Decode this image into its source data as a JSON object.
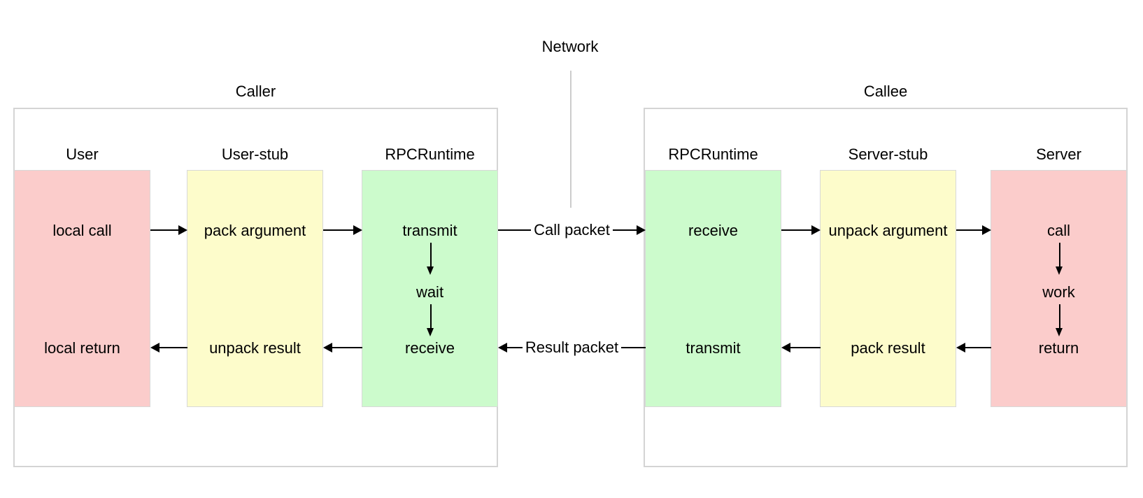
{
  "network": {
    "label": "Network"
  },
  "caller": {
    "title": "Caller",
    "columns": [
      {
        "header": "User",
        "steps": [
          "local call",
          "local return"
        ]
      },
      {
        "header": "User-stub",
        "steps": [
          "pack argument",
          "unpack result"
        ]
      },
      {
        "header": "RPCRuntime",
        "steps": [
          "transmit",
          "wait",
          "receive"
        ]
      }
    ]
  },
  "callee": {
    "title": "Callee",
    "columns": [
      {
        "header": "RPCRuntime",
        "steps": [
          "receive",
          "transmit"
        ]
      },
      {
        "header": "Server-stub",
        "steps": [
          "unpack argument",
          "pack result"
        ]
      },
      {
        "header": "Server",
        "steps": [
          "call",
          "work",
          "return"
        ]
      }
    ]
  },
  "packets": {
    "call_label": "Call packet",
    "result_label": "Result packet"
  },
  "colors": {
    "pink": "#fbcccb",
    "yellow": "#fdfccb",
    "green": "#ccfbcc",
    "container_border": "#d4d4d4",
    "box_border": "#d8d8d8",
    "network_line": "#cccccc",
    "arrow": "#000000",
    "text": "#000000",
    "background": "#ffffff"
  }
}
